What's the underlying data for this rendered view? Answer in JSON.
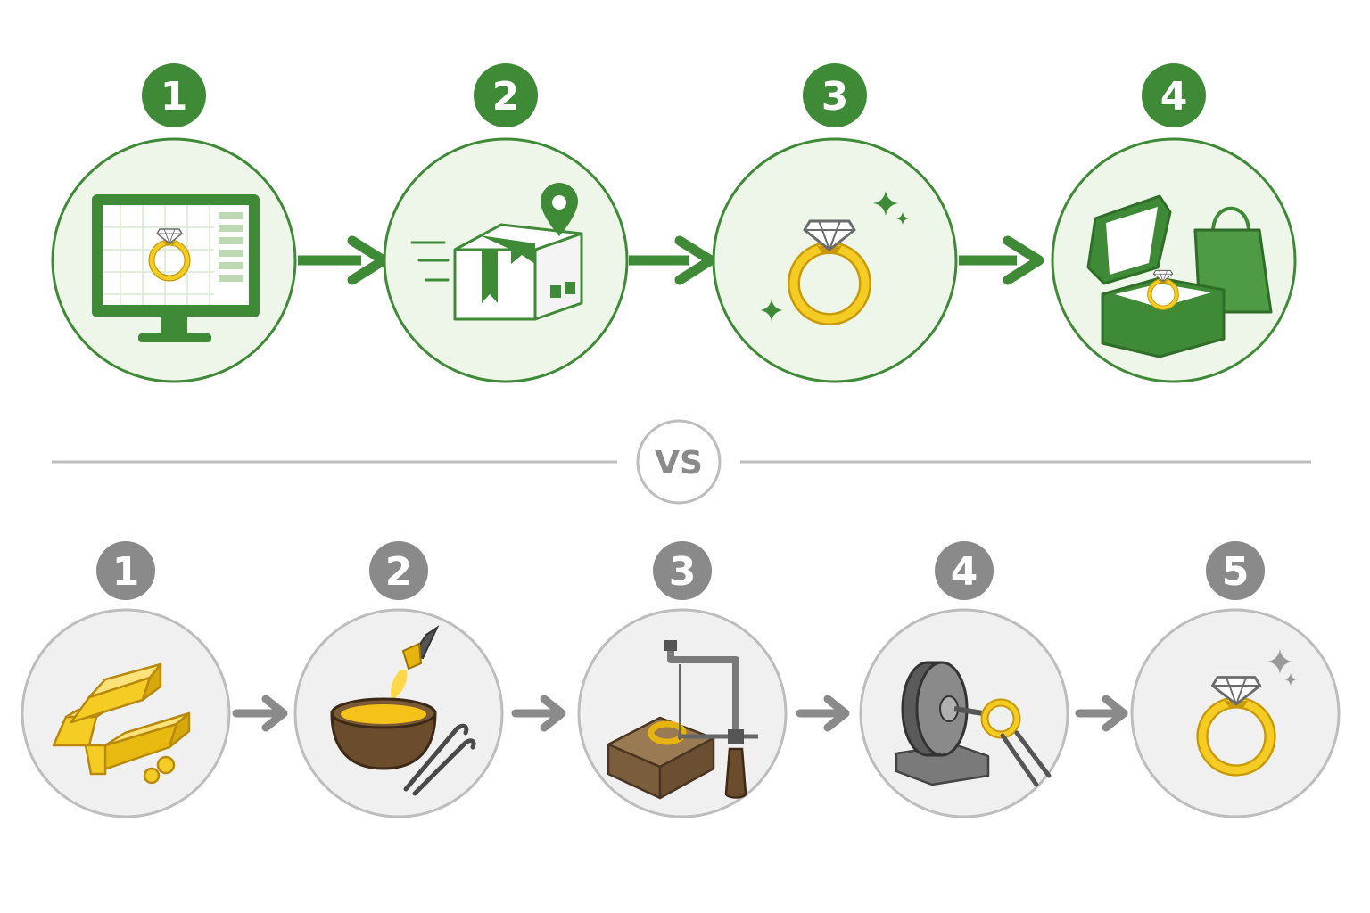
{
  "colors": {
    "green": "#3f8a37",
    "green_light_fill": "#eef6ea",
    "gray": "#8a8a8a",
    "gray_light_fill": "#f0f0f0",
    "gold": "#f2c21a",
    "gold_dark": "#c99a06"
  },
  "modern_process": {
    "steps": [
      {
        "number": "1",
        "icon": "computer-design-icon"
      },
      {
        "number": "2",
        "icon": "shipping-box-icon"
      },
      {
        "number": "3",
        "icon": "finished-ring-icon"
      },
      {
        "number": "4",
        "icon": "gift-box-bag-icon"
      }
    ]
  },
  "divider": {
    "label": "VS"
  },
  "traditional_process": {
    "steps": [
      {
        "number": "1",
        "icon": "gold-bars-icon"
      },
      {
        "number": "2",
        "icon": "melting-crucible-icon"
      },
      {
        "number": "3",
        "icon": "jeweler-saw-icon"
      },
      {
        "number": "4",
        "icon": "polishing-wheel-icon"
      },
      {
        "number": "5",
        "icon": "finished-ring-icon"
      }
    ]
  }
}
